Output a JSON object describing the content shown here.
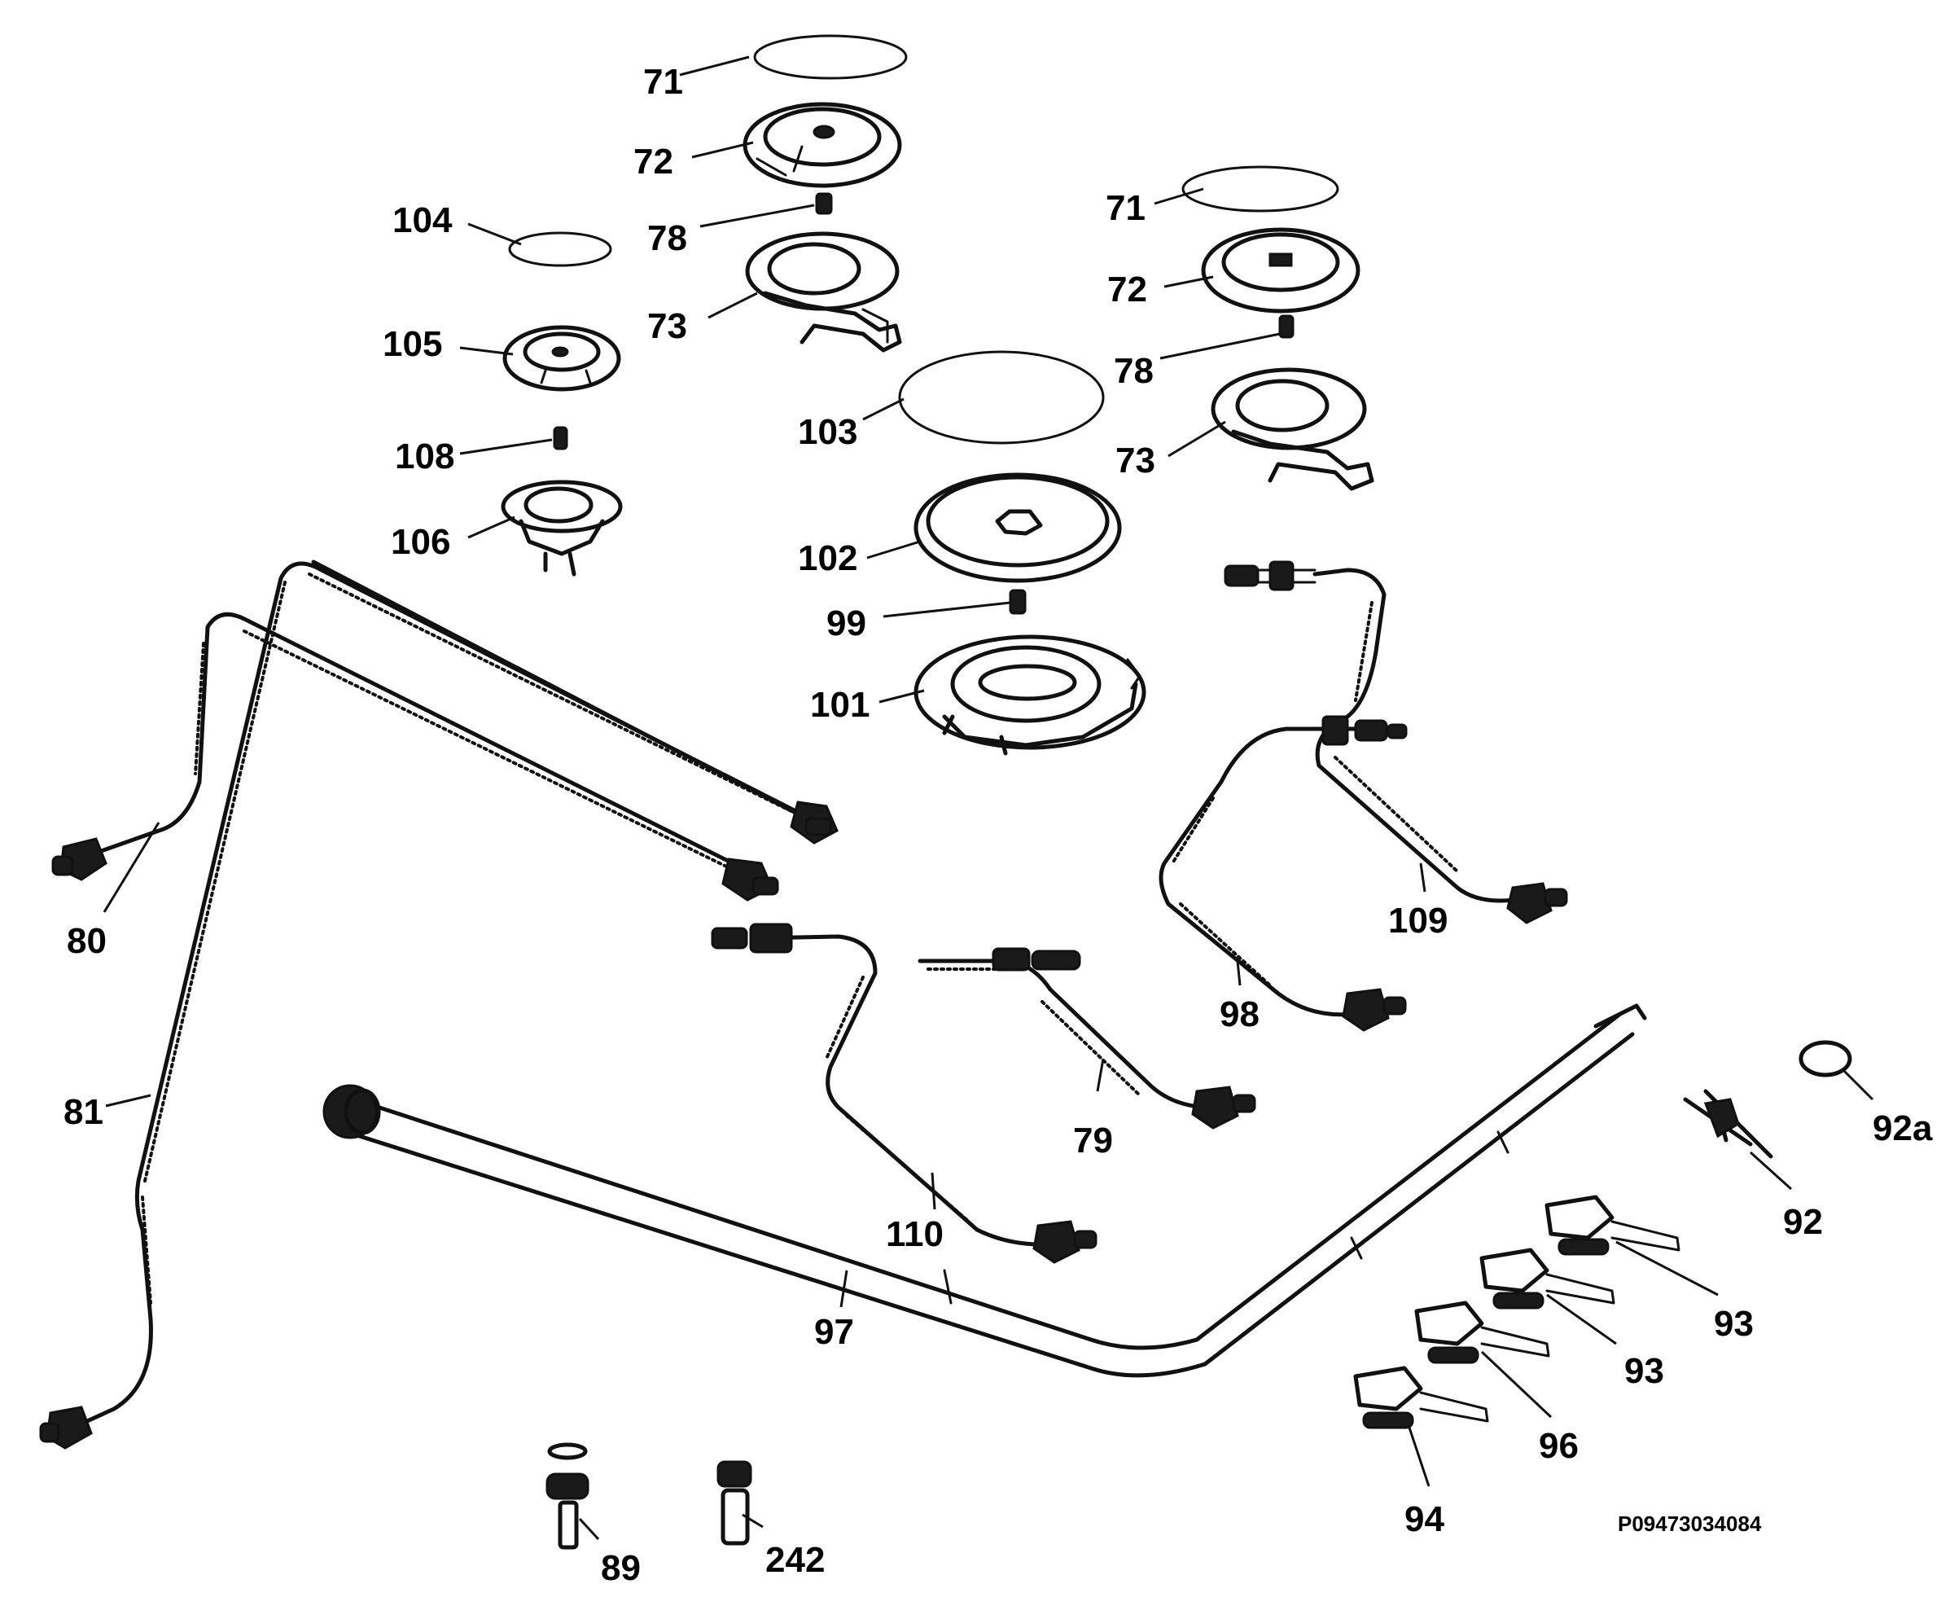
{
  "callouts": [
    {
      "id": "c71a",
      "text": "71"
    },
    {
      "id": "c72a",
      "text": "72"
    },
    {
      "id": "c78a",
      "text": "78"
    },
    {
      "id": "c73a",
      "text": "73"
    },
    {
      "id": "c104",
      "text": "104"
    },
    {
      "id": "c105",
      "text": "105"
    },
    {
      "id": "c108",
      "text": "108"
    },
    {
      "id": "c106",
      "text": "106"
    },
    {
      "id": "c71b",
      "text": "71"
    },
    {
      "id": "c72b",
      "text": "72"
    },
    {
      "id": "c78b",
      "text": "78"
    },
    {
      "id": "c73b",
      "text": "73"
    },
    {
      "id": "c103",
      "text": "103"
    },
    {
      "id": "c102",
      "text": "102"
    },
    {
      "id": "c99",
      "text": "99"
    },
    {
      "id": "c101",
      "text": "101"
    },
    {
      "id": "c80",
      "text": "80"
    },
    {
      "id": "c81",
      "text": "81"
    },
    {
      "id": "c109",
      "text": "109"
    },
    {
      "id": "c98",
      "text": "98"
    },
    {
      "id": "c79",
      "text": "79"
    },
    {
      "id": "c110",
      "text": "110"
    },
    {
      "id": "c97",
      "text": "97"
    },
    {
      "id": "c92a",
      "text": "92a"
    },
    {
      "id": "c92",
      "text": "92"
    },
    {
      "id": "c93a",
      "text": "93"
    },
    {
      "id": "c93b",
      "text": "93"
    },
    {
      "id": "c96",
      "text": "96"
    },
    {
      "id": "c94",
      "text": "94"
    },
    {
      "id": "c89",
      "text": "89"
    },
    {
      "id": "c242",
      "text": "242"
    }
  ],
  "document_code": "P09473034084"
}
